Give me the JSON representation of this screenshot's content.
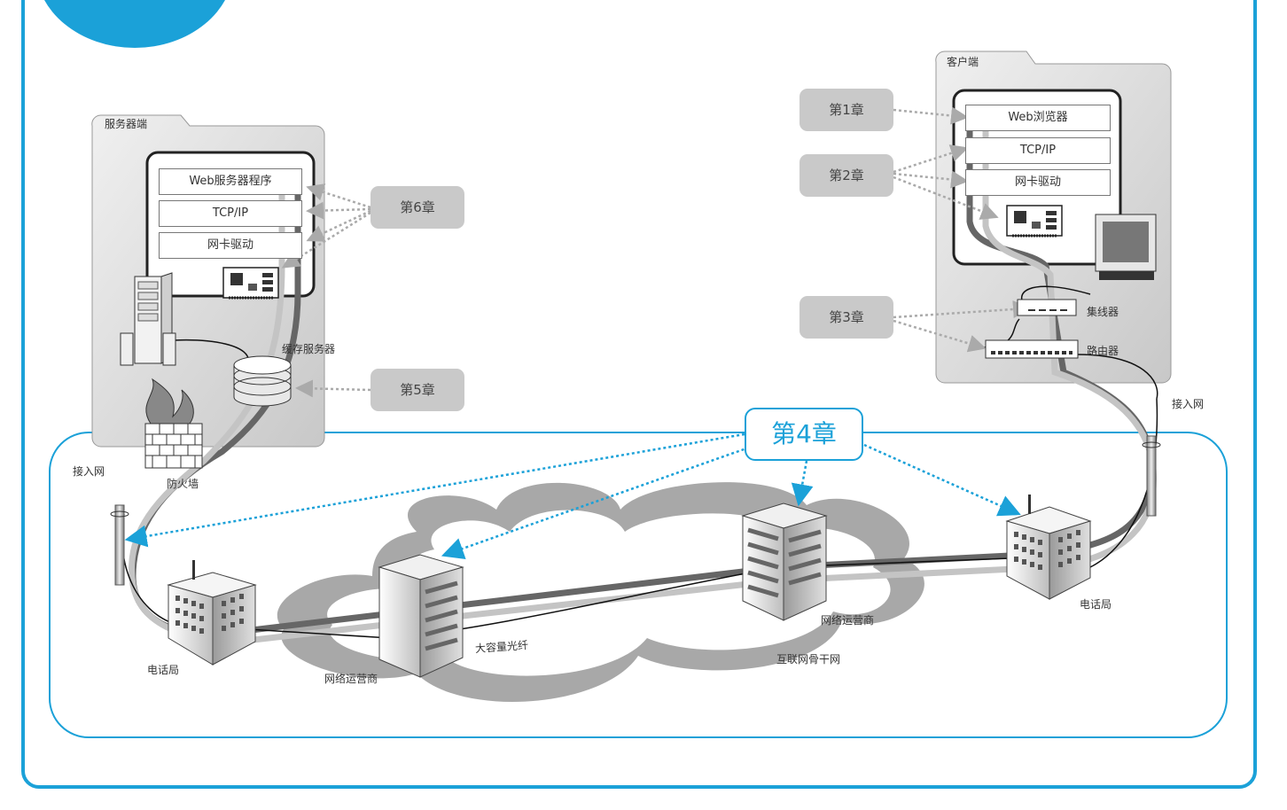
{
  "colors": {
    "accent": "#1ba1d8",
    "panel": "#dcdcdc",
    "chapter_box": "#c9c9c9",
    "cable_dark": "#666666",
    "cable_light": "#c4c4c4"
  },
  "server": {
    "title": "服务器端",
    "layers": [
      "Web服务器程序",
      "TCP/IP",
      "网卡驱动"
    ],
    "cache_label": "缓存服务器",
    "firewall_label": "防火墙"
  },
  "client": {
    "title": "客户端",
    "layers": [
      "Web浏览器",
      "TCP/IP",
      "网卡驱动"
    ],
    "hub_label": "集线器",
    "router_label": "路由器"
  },
  "chapters": {
    "ch1": "第1章",
    "ch2": "第2章",
    "ch3": "第3章",
    "ch4": "第4章",
    "ch5": "第5章",
    "ch6": "第6章"
  },
  "network": {
    "access_left": "接入网",
    "access_right": "接入网",
    "phone_left": "电话局",
    "phone_right": "电话局",
    "isp_left": "网络运营商",
    "isp_right": "网络运营商",
    "fiber": "大容量光纤",
    "backbone": "互联网骨干网"
  },
  "icons": [
    "server-tower-icon",
    "database-icon",
    "firewall-icon",
    "nic-card-icon",
    "monitor-icon",
    "hub-icon",
    "router-icon",
    "utility-pole-icon",
    "building-icon",
    "cloud-icon"
  ]
}
